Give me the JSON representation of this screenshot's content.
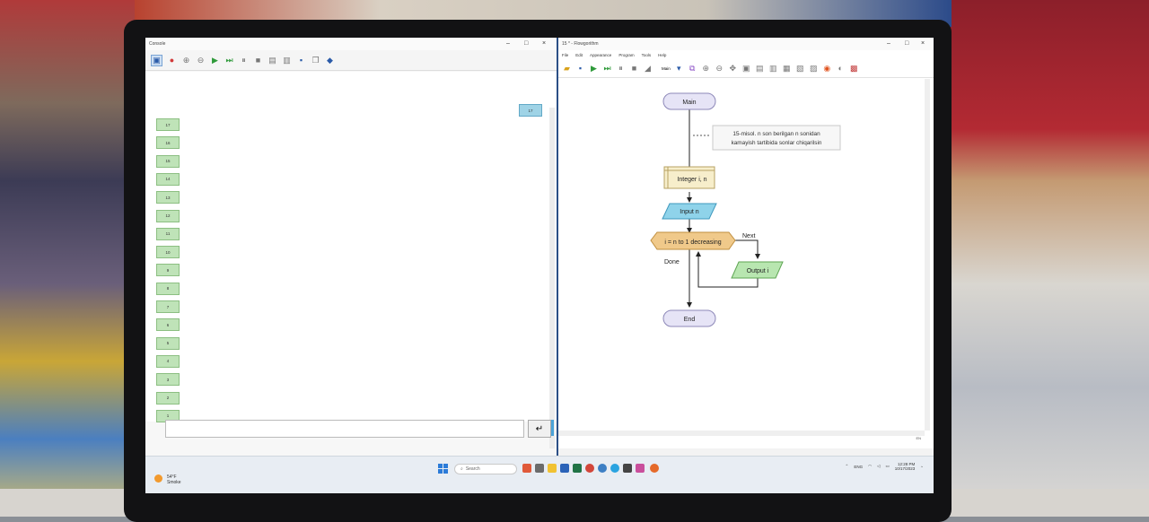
{
  "console": {
    "title": "Console",
    "window_controls": [
      "–",
      "□",
      "×"
    ],
    "prompt_value": "17",
    "outputs": [
      "17",
      "16",
      "15",
      "14",
      "13",
      "12",
      "11",
      "10",
      "9",
      "8",
      "7",
      "6",
      "5",
      "4",
      "3",
      "2",
      "1"
    ],
    "send_icon": "enter-icon"
  },
  "flow": {
    "title": "15 * - Flowgorithm",
    "menu": [
      "File",
      "Edit",
      "Appearance",
      "Program",
      "Tools",
      "Help"
    ],
    "function_dropdown": "Main",
    "status": "EN",
    "chart": {
      "start_label": "Main",
      "comment": [
        "15-misol. n son berilgan n sonidan",
        "kamayish tartibida sonlar chiqarilsin"
      ],
      "declare_label": "Integer i, n",
      "input_label": "Input n",
      "loop_label": "i = n to 1 decreasing",
      "next_label": "Next",
      "done_label": "Done",
      "output_label": "Output i",
      "end_label": "End"
    }
  },
  "taskbar": {
    "weather_temp": "54°F",
    "weather_desc": "Smoke",
    "search_placeholder": "Search",
    "lang": "ENG",
    "time": "12:28 PM",
    "date": "10/17/2023"
  },
  "colors": {
    "terminal_fill": "#e6e4f6",
    "declare_fill": "#f7eecb",
    "input_fill": "#8fd3ea",
    "loop_fill": "#f0c98a",
    "output_fill": "#b8e6b0",
    "output_bubble": "#bfe3b8",
    "prompt_bubble": "#9fd3e6"
  }
}
